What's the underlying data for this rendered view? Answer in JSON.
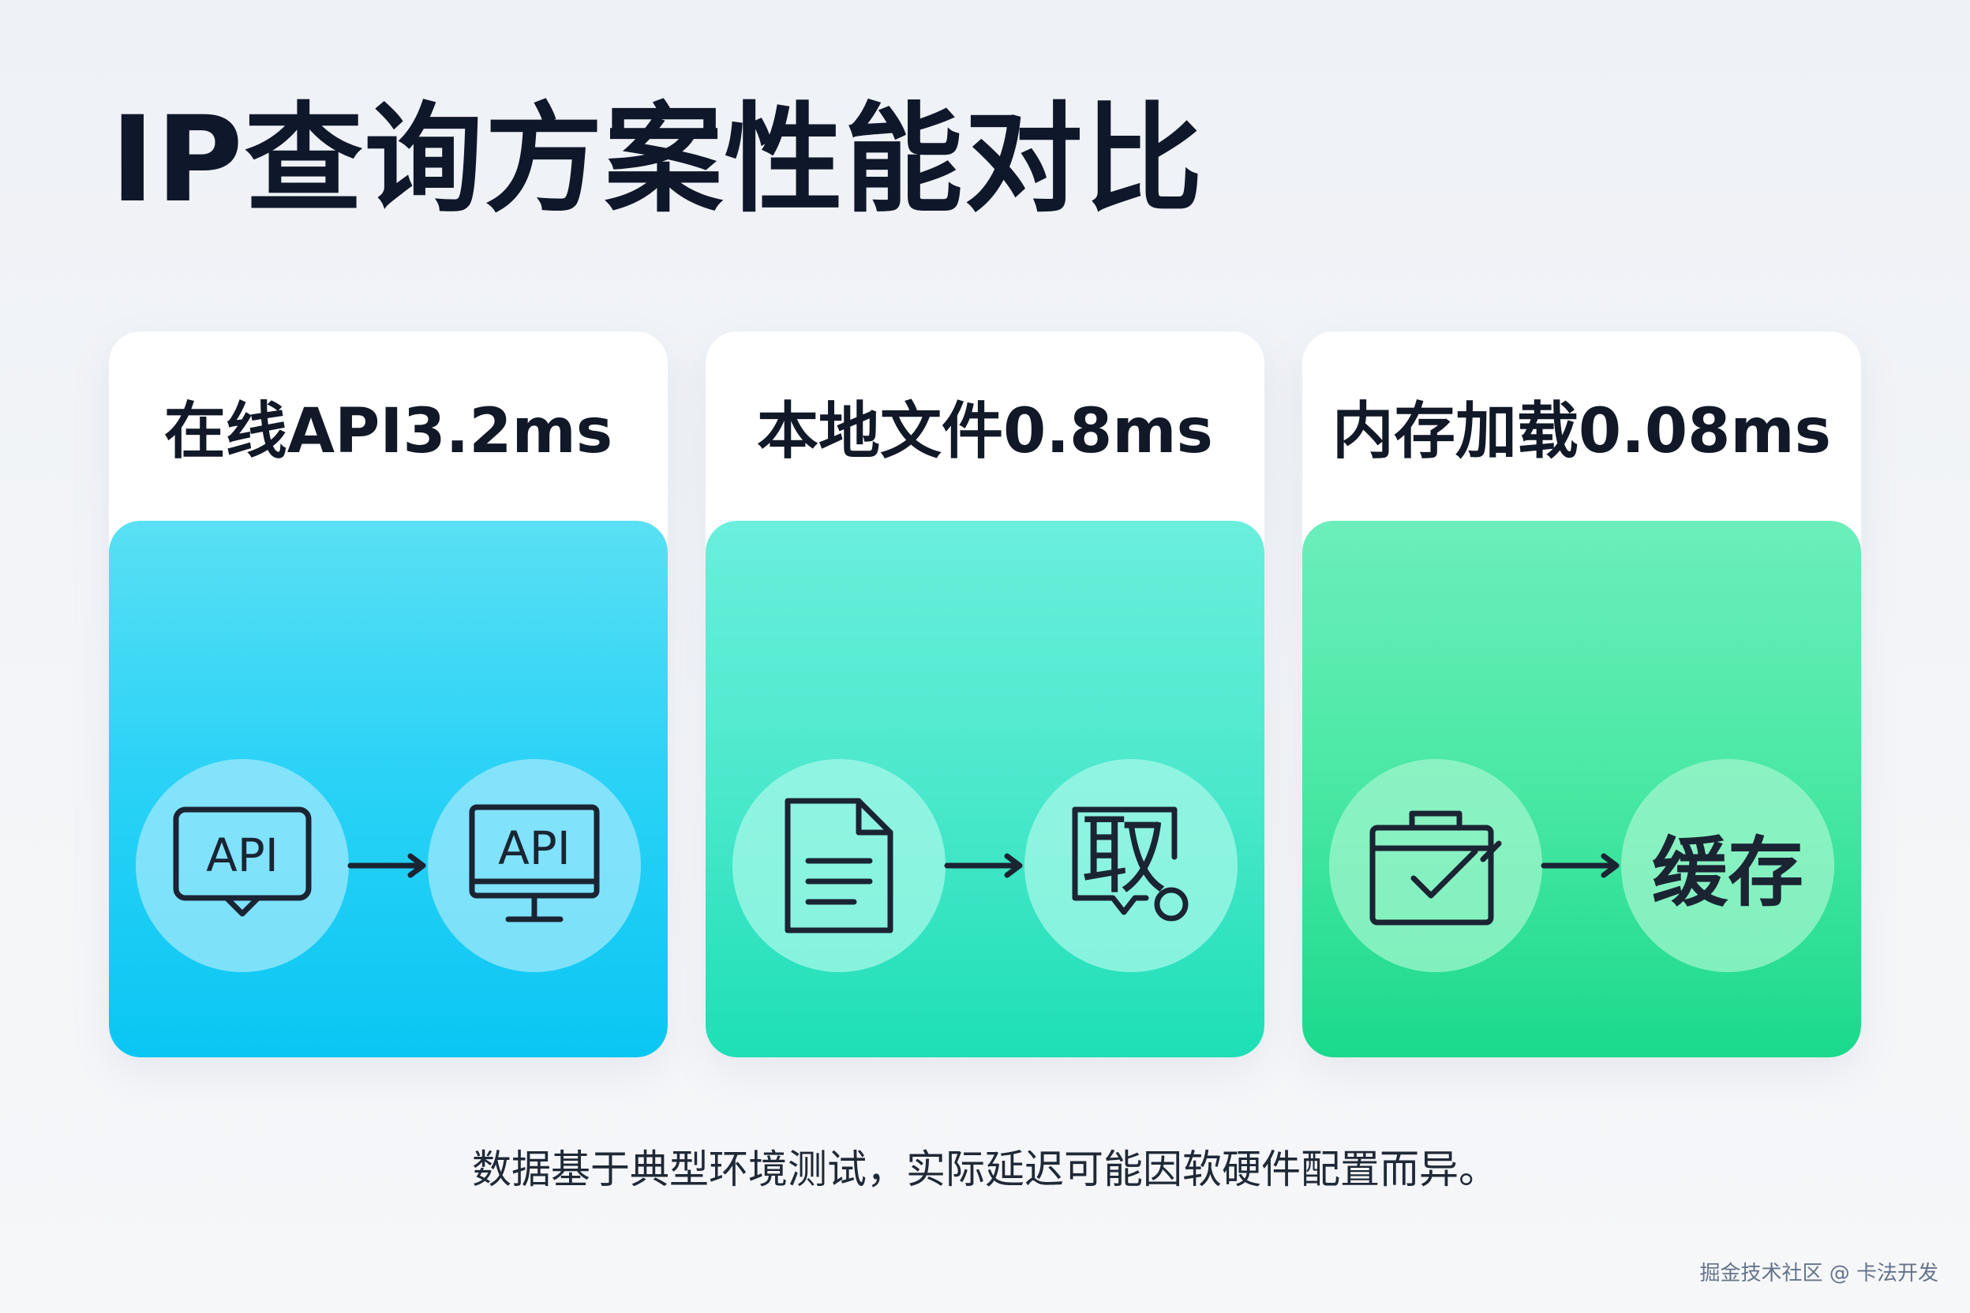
{
  "title": "IP查询方案性能对比",
  "cards": [
    {
      "heading": "在线API3.2ms",
      "left_icon": "api-message-icon",
      "left_icon_text": "API",
      "right_icon": "api-monitor-icon",
      "right_icon_text": "API",
      "color": "#0ac6f3"
    },
    {
      "heading": "本地文件0.8ms",
      "left_icon": "document-icon",
      "right_icon": "fetch-icon",
      "right_icon_text": "取",
      "color": "#1ddfb6"
    },
    {
      "heading": "内存加载0.08ms",
      "left_icon": "memory-check-icon",
      "right_icon": "cache-text",
      "right_text": "缓存",
      "color": "#1ad98c"
    }
  ],
  "footnote": "数据基于典型环境测试，实际延迟可能因软硬件配置而异。",
  "watermark": "掘金技术社区 @ 卡法开发"
}
